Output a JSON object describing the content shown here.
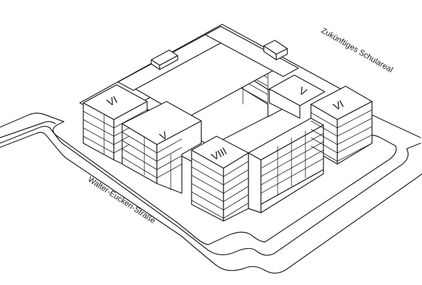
{
  "labels": {
    "street": "Walter-Eucken-Straße",
    "future_area": "Zukünftiges Schulareal"
  },
  "blocks": {
    "north_west": "VI",
    "west": "V",
    "south_corner": "VIII",
    "north_east": "V",
    "east_corner": "VI"
  },
  "colors": {
    "stroke": "#1a1a1a",
    "background": "#ffffff"
  }
}
